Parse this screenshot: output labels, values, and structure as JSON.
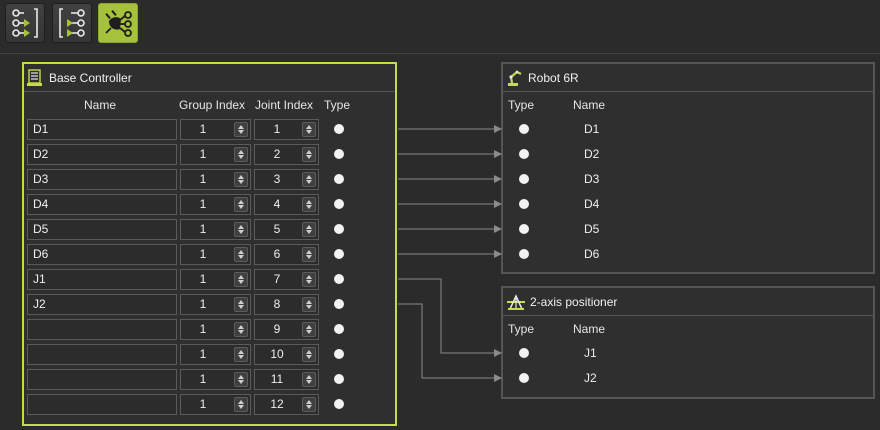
{
  "toolbar": {
    "buttons": [
      {
        "icon": "tree-forward-icon",
        "active": false
      },
      {
        "icon": "tree-reverse-icon",
        "active": false
      },
      {
        "icon": "auto-connect-icon",
        "active": true
      }
    ]
  },
  "colors": {
    "accent": "#a5c23a",
    "background": "#2b2b2b",
    "panel_border_active": "#c7da4b",
    "panel_border": "#555555",
    "wire": "#8a8a8a"
  },
  "base_controller": {
    "title": "Base Controller",
    "icon": "controller-icon",
    "headers": {
      "name": "Name",
      "group_index": "Group Index",
      "joint_index": "Joint Index",
      "type": "Type"
    },
    "rows": [
      {
        "name": "D1",
        "group": "1",
        "joint": "1"
      },
      {
        "name": "D2",
        "group": "1",
        "joint": "2"
      },
      {
        "name": "D3",
        "group": "1",
        "joint": "3"
      },
      {
        "name": "D4",
        "group": "1",
        "joint": "4"
      },
      {
        "name": "D5",
        "group": "1",
        "joint": "5"
      },
      {
        "name": "D6",
        "group": "1",
        "joint": "6"
      },
      {
        "name": "J1",
        "group": "1",
        "joint": "7"
      },
      {
        "name": "J2",
        "group": "1",
        "joint": "8"
      },
      {
        "name": "",
        "group": "1",
        "joint": "9"
      },
      {
        "name": "",
        "group": "1",
        "joint": "10"
      },
      {
        "name": "",
        "group": "1",
        "joint": "11"
      },
      {
        "name": "",
        "group": "1",
        "joint": "12"
      }
    ]
  },
  "robot": {
    "title": "Robot 6R",
    "icon": "robot-arm-icon",
    "headers": {
      "type": "Type",
      "name": "Name"
    },
    "rows": [
      {
        "name": "D1"
      },
      {
        "name": "D2"
      },
      {
        "name": "D3"
      },
      {
        "name": "D4"
      },
      {
        "name": "D5"
      },
      {
        "name": "D6"
      }
    ]
  },
  "positioner": {
    "title": "2-axis positioner",
    "icon": "positioner-icon",
    "headers": {
      "type": "Type",
      "name": "Name"
    },
    "rows": [
      {
        "name": "J1"
      },
      {
        "name": "J2"
      }
    ]
  }
}
